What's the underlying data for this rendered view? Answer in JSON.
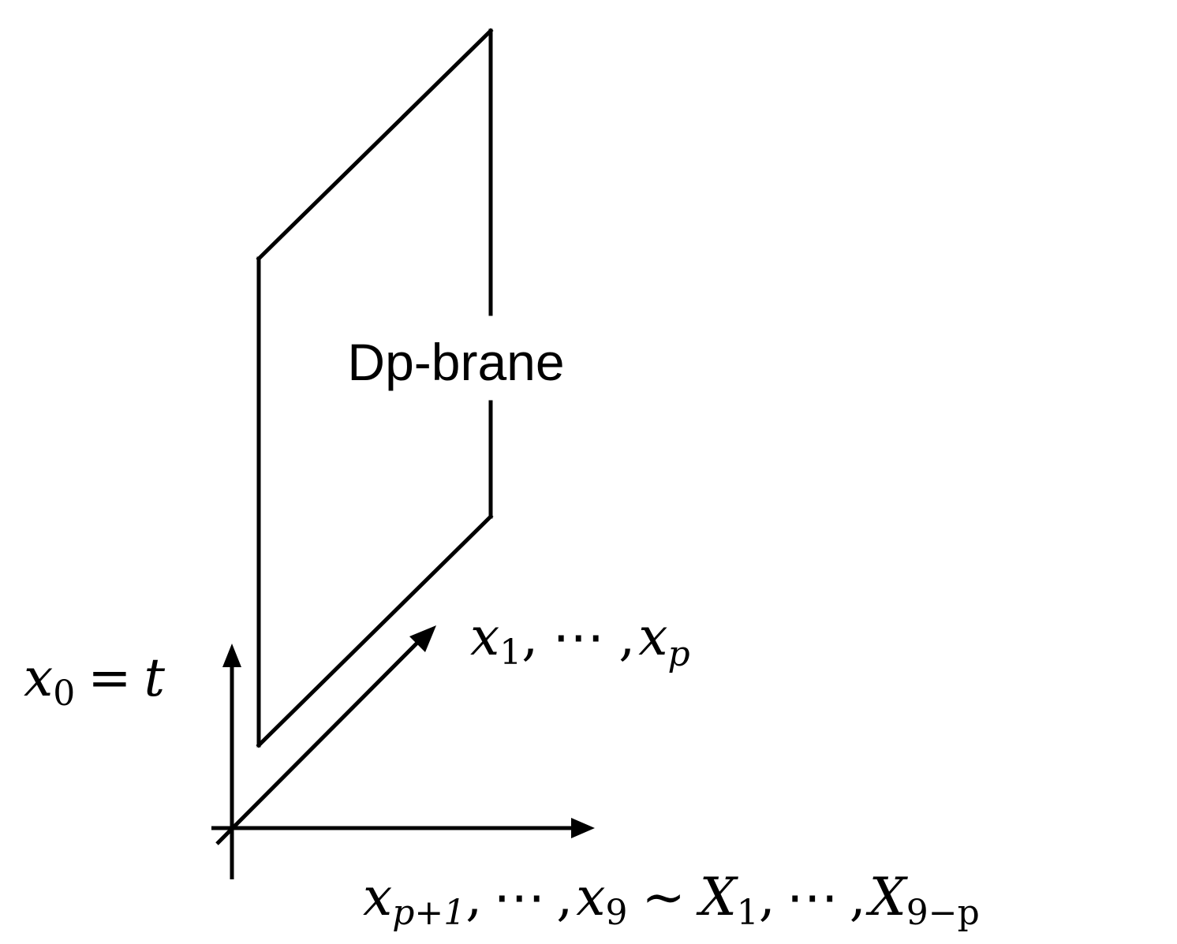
{
  "brane_label": "Dp-brane",
  "axes": {
    "time": {
      "symbol": "x",
      "subscript": "0",
      "relation": "=",
      "value": "t"
    },
    "brane_directions": {
      "first_symbol": "x",
      "first_subscript": "1",
      "separator": ",",
      "ellipsis": "⋯",
      "last_symbol": "x",
      "last_subscript": "p"
    },
    "transverse_directions": {
      "first_symbol": "x",
      "first_subscript": "p+1",
      "separator": ",",
      "ellipsis": "⋯",
      "last_symbol": "x",
      "last_subscript": "9",
      "equivalence": "∼",
      "target_first_symbol": "X",
      "target_first_subscript": "1",
      "target_last_symbol": "X",
      "target_last_subscript": "9−p"
    }
  },
  "colors": {
    "stroke": "#000000",
    "background": "#ffffff"
  }
}
